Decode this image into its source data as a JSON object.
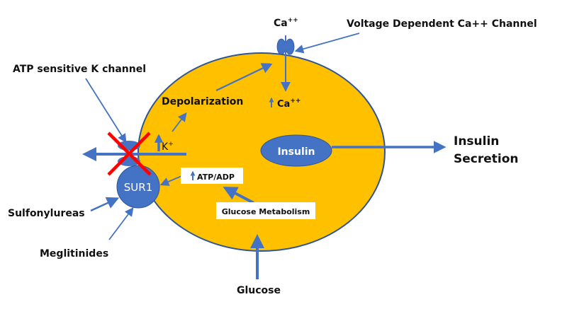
{
  "title": "Insulin secretion pathway in pancreatic beta cell",
  "colors": {
    "cell_fill": "#FFC000",
    "cell_stroke": "#2F5597",
    "structure_blue": "#4472C4",
    "arrow_blue": "#4472C4",
    "block_red": "#FF0000",
    "label_box": "#FFFFFF"
  },
  "labels": {
    "ca_outside": "Ca",
    "ca_outside_sup": "++",
    "vdcc": "Voltage Dependent Ca++ Channel",
    "katp": "ATP sensitive K channel",
    "depolarization": "Depolarization",
    "ca_inside": "Ca",
    "ca_inside_sup": "++",
    "k_plus": "K",
    "k_plus_sup": "+",
    "insulin": "Insulin",
    "insulin_secretion_line1": "Insulin",
    "insulin_secretion_line2": "Secretion",
    "sur1": "SUR1",
    "atp_adp": "ATP/ADP",
    "glucose_metabolism": "Glucose Metabolism",
    "sulfonylureas": "Sulfonylureas",
    "meglitinides": "Meglitinides",
    "glucose": "Glucose"
  },
  "annotations": {
    "increase_symbol": "up-arrow",
    "katp_blocked": true
  }
}
